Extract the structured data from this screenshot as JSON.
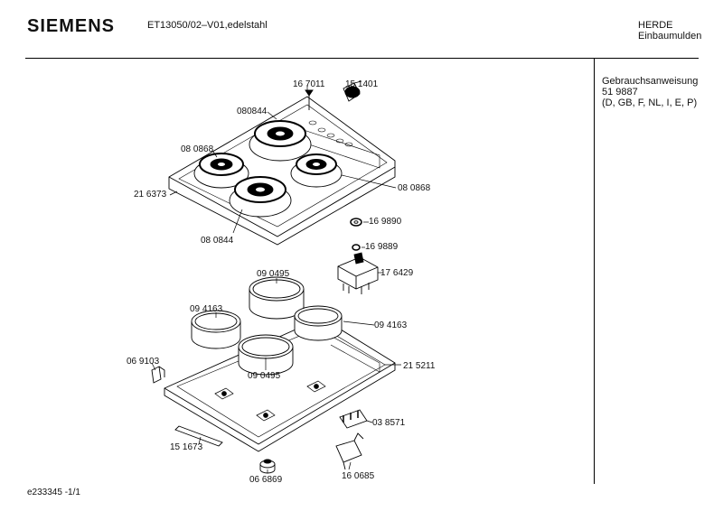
{
  "header": {
    "brand": "SIEMENS",
    "model": "ET13050/02–V01,edelstahl",
    "category_line1": "HERDE",
    "category_line2": "Einbaumulden"
  },
  "sidebar": {
    "line1": "Gebrauchsanweisung",
    "line2": "51 9887",
    "line3": "(D, GB, F, NL, I, E, P)"
  },
  "footer": {
    "doc_id": "e233345  -1/1"
  },
  "parts": {
    "p167011": "16 7011",
    "p151401": "15 1401",
    "p080844_top": "080844",
    "p080868_left": "08 0868",
    "p080868_right": "08 0868",
    "p216373": "21 6373",
    "p080844_bottom": "08 0844",
    "p169890": "16 9890",
    "p169889": "16 9889",
    "p176429": "17 6429",
    "p090495_top": "09 0495",
    "p094163_left": "09 4163",
    "p094163_right": "09 4163",
    "p069103": "06 9103",
    "p090495_bottom": "09 0495",
    "p215211": "21 5211",
    "p038571": "03 8571",
    "p151673": "15 1673",
    "p066869": "06 6869",
    "p160685": "16 0685"
  }
}
